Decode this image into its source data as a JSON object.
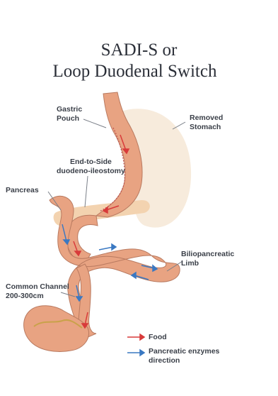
{
  "title": {
    "line1": "SADI-S or",
    "line2": "Loop Duodenal Switch"
  },
  "labels": {
    "gastric_pouch": [
      "Gastric",
      "Pouch"
    ],
    "removed_stomach": [
      "Removed",
      "Stomach"
    ],
    "end_to_side": [
      "End-to-Side",
      "duodeno-ileostomy"
    ],
    "pancreas": "Pancreas",
    "biliopancreatic_limb": [
      "Biliopancreatic",
      "Limb"
    ],
    "common_channel": [
      "Common Channel",
      "200-300cm"
    ]
  },
  "legend": {
    "food": "Food",
    "enzymes": [
      "Pancreatic enzymes",
      "direction"
    ]
  },
  "colors": {
    "intestine": "#e8a382",
    "intestine_outline": "#b97a60",
    "removed_stomach": "#f7ebdc",
    "pancreas": "#f3d3b0",
    "food_arrow": "#d83a3a",
    "enzyme_arrow": "#3a78c2",
    "leader_line": "#7a7f88"
  }
}
